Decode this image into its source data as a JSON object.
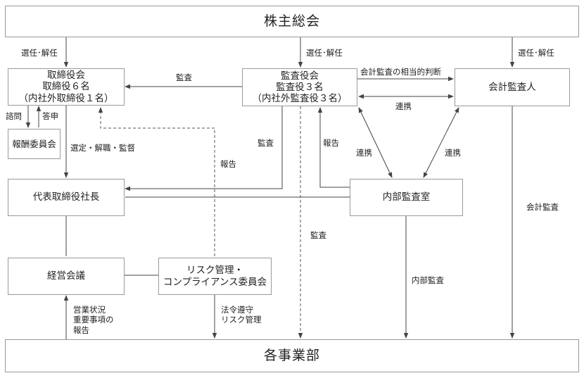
{
  "boxes": {
    "shareholders": "株主総会",
    "board": [
      "取締役会",
      "取締役６名",
      "（内社外取締役１名）"
    ],
    "auditors": [
      "監査役会",
      "監査役３名",
      "（内社外監査役３名）"
    ],
    "accounting_auditor": "会計監査人",
    "compensation": "報酬委員会",
    "president": "代表取締役社長",
    "internal_audit": "内部監査室",
    "management": "経営会議",
    "risk": [
      "リスク管理・",
      "コンプライアンス委員会"
    ],
    "divisions": "各事業部"
  },
  "labels": {
    "elect_board": "選任･解任",
    "elect_auditors": "選任･解任",
    "elect_accounting": "選任･解任",
    "audit_board": "監査",
    "accounting_opinion": "会計監査の相当的判断",
    "cooperation_top": "連携",
    "inquiry": "諮問",
    "report_back": "答申",
    "appoint": "選定・解職・監督",
    "audit_president": "監査",
    "report_risk": "報告",
    "report_internal": "報告",
    "coop_left": "連携",
    "coop_right": "連携",
    "audit_divisions": "監査",
    "accounting_audit": "会計監査",
    "internal_audit_label": "内部監査",
    "legal_compliance": [
      "法令遵守",
      "リスク管理"
    ],
    "business_report": [
      "営業状況",
      "重要事項の",
      "報告"
    ]
  },
  "colors": {
    "line": "#444444",
    "border": "#9a9a9a"
  }
}
